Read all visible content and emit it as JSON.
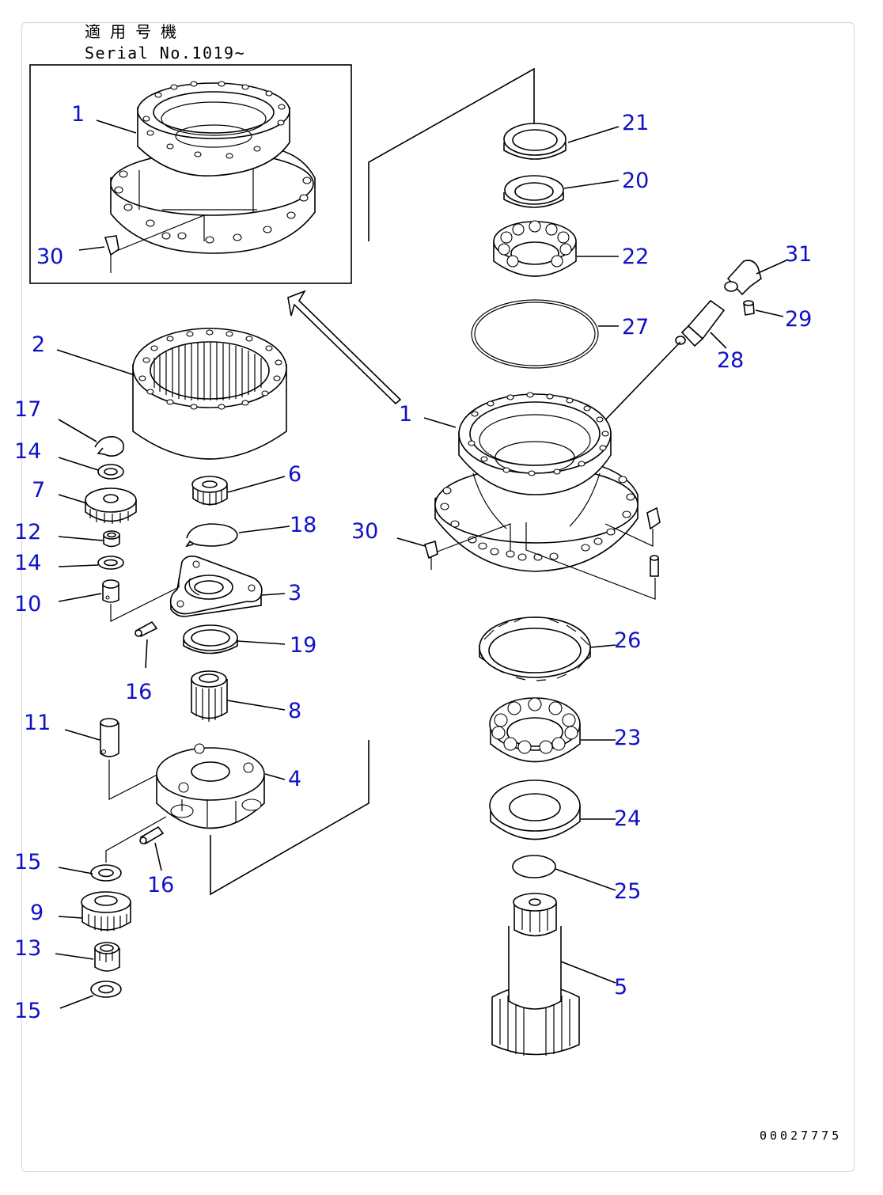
{
  "header": {
    "applicable_jp": "適 用 号 機",
    "serial": "Serial No.1019~"
  },
  "drawing_number": "00027775",
  "callouts": [
    {
      "id": "c1-inset",
      "text": "1"
    },
    {
      "id": "c30-inset",
      "text": "30"
    },
    {
      "id": "c21",
      "text": "21"
    },
    {
      "id": "c20",
      "text": "20"
    },
    {
      "id": "c22",
      "text": "22"
    },
    {
      "id": "c31",
      "text": "31"
    },
    {
      "id": "c29",
      "text": "29"
    },
    {
      "id": "c27",
      "text": "27"
    },
    {
      "id": "c28",
      "text": "28"
    },
    {
      "id": "c2",
      "text": "2"
    },
    {
      "id": "c1-main",
      "text": "1"
    },
    {
      "id": "c17",
      "text": "17"
    },
    {
      "id": "c14a",
      "text": "14"
    },
    {
      "id": "c6",
      "text": "6"
    },
    {
      "id": "c7",
      "text": "7"
    },
    {
      "id": "c18",
      "text": "18"
    },
    {
      "id": "c30-main",
      "text": "30"
    },
    {
      "id": "c12",
      "text": "12"
    },
    {
      "id": "c14b",
      "text": "14"
    },
    {
      "id": "c3",
      "text": "3"
    },
    {
      "id": "c10",
      "text": "10"
    },
    {
      "id": "c19",
      "text": "19"
    },
    {
      "id": "c26",
      "text": "26"
    },
    {
      "id": "c16a",
      "text": "16"
    },
    {
      "id": "c8",
      "text": "8"
    },
    {
      "id": "c23",
      "text": "23"
    },
    {
      "id": "c11",
      "text": "11"
    },
    {
      "id": "c4",
      "text": "4"
    },
    {
      "id": "c24",
      "text": "24"
    },
    {
      "id": "c15a",
      "text": "15"
    },
    {
      "id": "c16b",
      "text": "16"
    },
    {
      "id": "c25",
      "text": "25"
    },
    {
      "id": "c9",
      "text": "9"
    },
    {
      "id": "c13",
      "text": "13"
    },
    {
      "id": "c5",
      "text": "5"
    },
    {
      "id": "c15b",
      "text": "15"
    }
  ]
}
